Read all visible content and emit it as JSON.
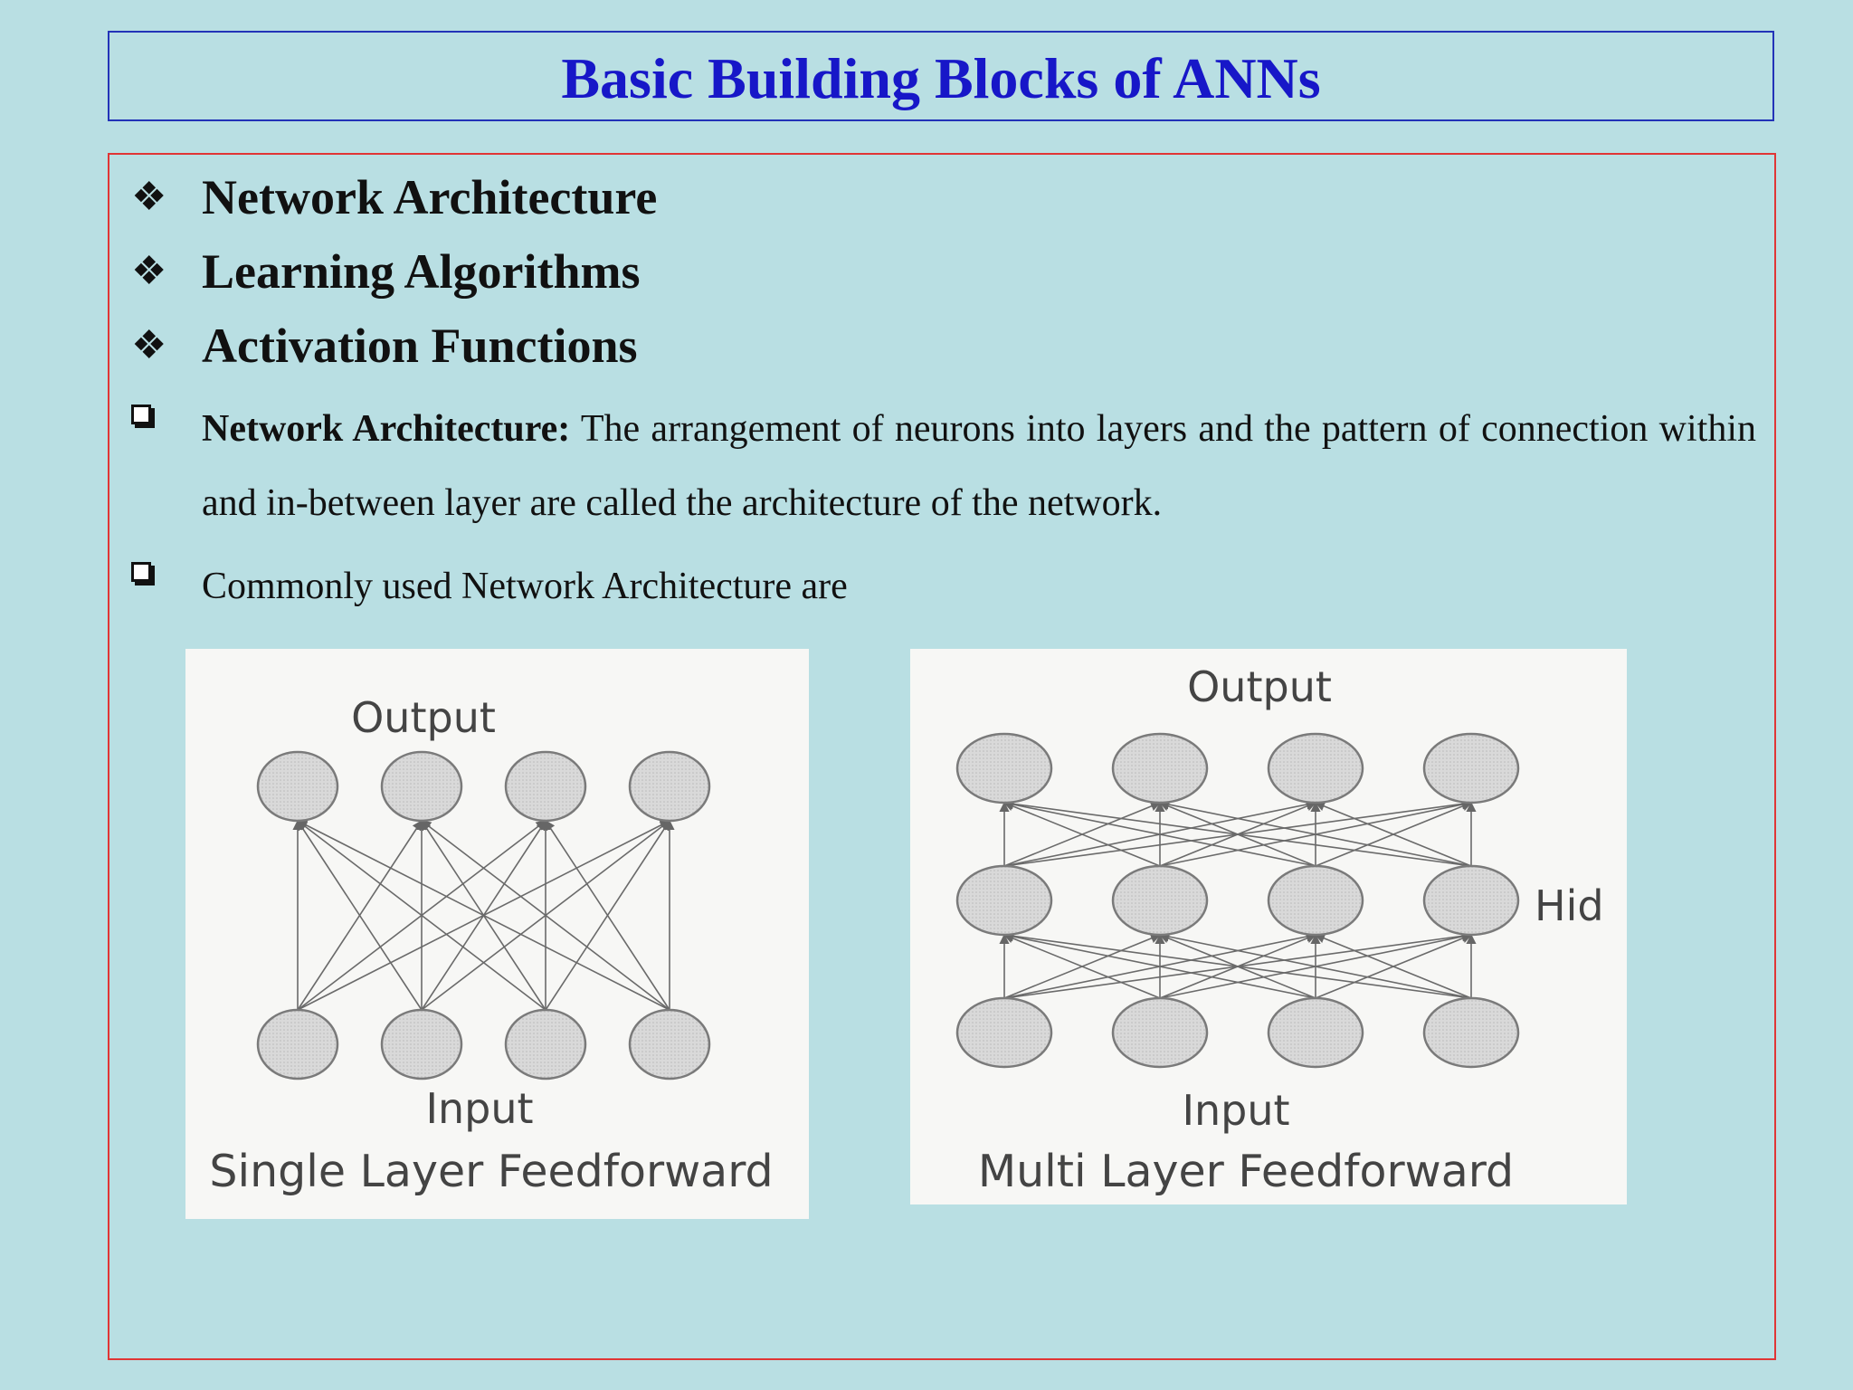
{
  "title": "Basic Building Blocks of ANNs",
  "bullets": [
    {
      "marker": "diamond-bullet-icon",
      "text": "Network Architecture"
    },
    {
      "marker": "diamond-bullet-icon",
      "text": "Learning Algorithms"
    },
    {
      "marker": "diamond-bullet-icon",
      "text": "Activation Functions"
    }
  ],
  "definition": {
    "term": "Network Architecture:",
    "body": "The arrangement of neurons into layers and the pattern of connection within and in-between layer are called the architecture of the network."
  },
  "commonly_used": "Commonly used Network Architecture are",
  "figures": {
    "single": {
      "output_label": "Output",
      "input_label": "Input",
      "caption": "Single Layer Feedforward"
    },
    "multi": {
      "output_label": "Output",
      "hidden_label": "Hid",
      "input_label": "Input",
      "caption": "Multi Layer Feedforward"
    }
  },
  "colors": {
    "background": "#b9dfe3",
    "title": "#1717c8",
    "title_border": "#2233b8",
    "content_border": "#e03535"
  }
}
